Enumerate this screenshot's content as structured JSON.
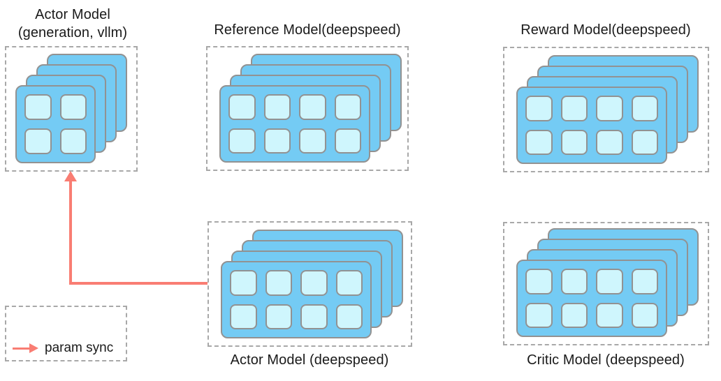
{
  "diagram": {
    "colors": {
      "card": "#74cbf4",
      "gpu": "#cff6fd",
      "card-border": "#929292",
      "box-border": "#a8a8a8",
      "arrow": "#f97d73",
      "text": "#1a1a1a"
    },
    "panels": [
      {
        "id": "actor-vllm",
        "title_lines": [
          "Actor Model",
          "(generation, vllm)"
        ],
        "label_position": "above",
        "stack_count": 4,
        "gpu_cols": 2,
        "gpu_rows": 2
      },
      {
        "id": "reference",
        "title_lines": [
          "Reference Model(deepspeed)"
        ],
        "label_position": "above",
        "stack_count": 4,
        "gpu_cols": 4,
        "gpu_rows": 2
      },
      {
        "id": "reward",
        "title_lines": [
          "Reward Model(deepspeed)"
        ],
        "label_position": "above",
        "stack_count": 4,
        "gpu_cols": 4,
        "gpu_rows": 2
      },
      {
        "id": "actor-ds",
        "title_lines": [
          "Actor Model (deepspeed)"
        ],
        "label_position": "below",
        "stack_count": 4,
        "gpu_cols": 4,
        "gpu_rows": 2
      },
      {
        "id": "critic",
        "title_lines": [
          "Critic Model (deepspeed)"
        ],
        "label_position": "below",
        "stack_count": 4,
        "gpu_cols": 4,
        "gpu_rows": 2
      }
    ],
    "arrow": {
      "from": "actor-ds",
      "to": "actor-vllm",
      "meaning": "param sync"
    },
    "legend": {
      "label": "param sync"
    }
  }
}
